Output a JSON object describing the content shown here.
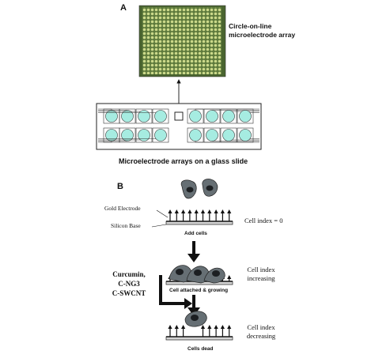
{
  "panel_a": {
    "letter": "A",
    "array_label_line1": "Circle-on-line",
    "array_label_line2": "microelectrode array",
    "slide_caption": "Microelectrode arrays on a glass slide"
  },
  "panel_b": {
    "letter": "B",
    "gold_electrode": "Gold Electrode",
    "silicon_base": "Silicon Base",
    "add_cells": "Add cells",
    "cell_index_zero": "Cell index = 0",
    "treatment_line1": "Curcumin,",
    "treatment_line2": "C-NG3",
    "treatment_line3": "C-SWCNT",
    "attached_caption": "Cell attached & growing",
    "cell_index_line1": "Cell index",
    "increasing": "increasing",
    "dead_caption": "Cells dead",
    "decreasing": "decreasing"
  },
  "colors": {
    "chip_dot": "#cbd98a",
    "chip_bg": "#5e7a3c",
    "electrode_pad": "#a6ece1",
    "cell_fill": "#666f74",
    "nucleus": "#1c1f22",
    "base_fill": "#d4d4d4"
  }
}
